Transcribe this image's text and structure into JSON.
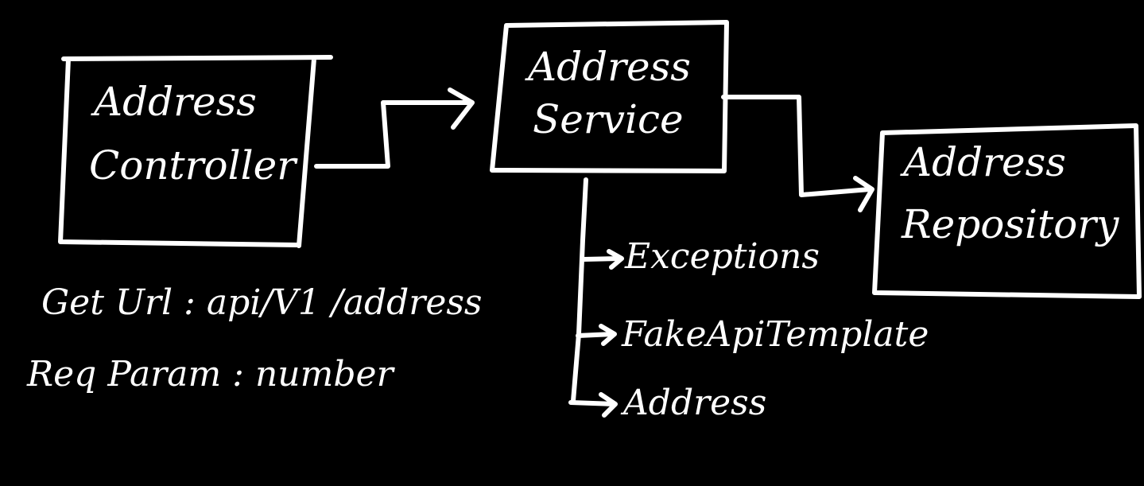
{
  "diagram": {
    "colors": {
      "background": "#000000",
      "ink": "#ffffff"
    },
    "nodes": {
      "controller": {
        "line1": "Address",
        "line2": "Controller"
      },
      "service": {
        "line1": "Address",
        "line2": "Service"
      },
      "repository": {
        "line1": "Address",
        "line2": "Repository"
      }
    },
    "notes": {
      "get_url": "Get Url : api/V1 /address",
      "req_param": "Req Param : number"
    },
    "service_dependencies": [
      "Exceptions",
      "FakeApiTemplate",
      "Address"
    ]
  }
}
